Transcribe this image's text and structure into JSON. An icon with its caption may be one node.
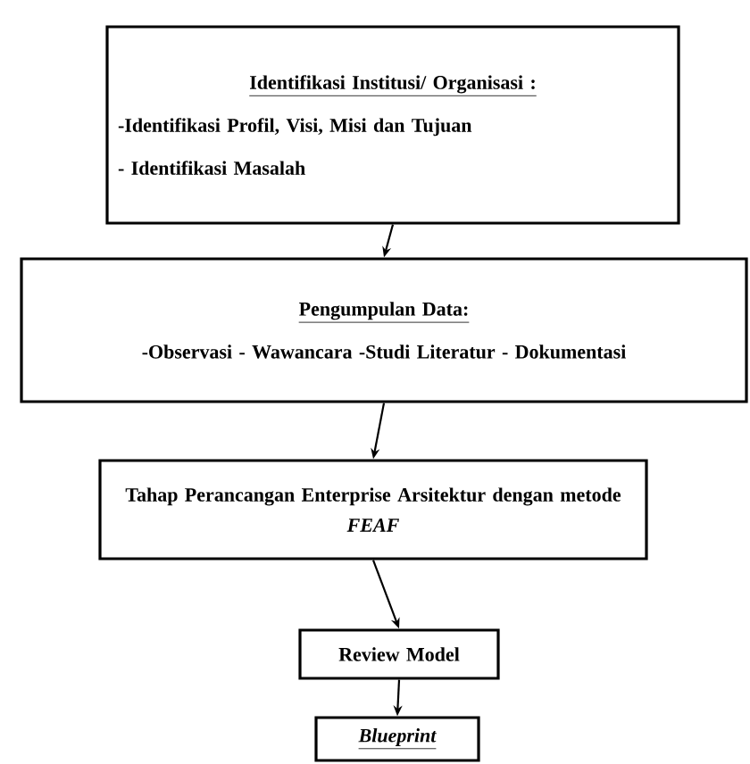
{
  "diagram": {
    "nodes": [
      {
        "text": [
          "Identifikasi Institusi/ Organisasi :",
          "-Identifikasi Profil, Visi, Misi dan Tujuan",
          "- Identifikasi Masalah"
        ]
      },
      {
        "text": [
          "Pengumpulan Data:",
          "-Observasi - Wawancara -Studi Literatur - Dokumentasi"
        ]
      },
      {
        "text": [
          "Tahap Perancangan Enterprise Arsitektur dengan metode *FEAF*"
        ]
      },
      {
        "text": [
          "Review Model"
        ]
      },
      {
        "text": [
          "Blueprint"
        ]
      }
    ],
    "edges": [
      {
        "from": 0,
        "to": 1,
        "arrow": "to"
      },
      {
        "from": 1,
        "to": 2,
        "arrow": "to"
      },
      {
        "from": 2,
        "to": 3,
        "arrow": "to"
      },
      {
        "from": 3,
        "to": 4,
        "arrow": "to"
      }
    ]
  }
}
